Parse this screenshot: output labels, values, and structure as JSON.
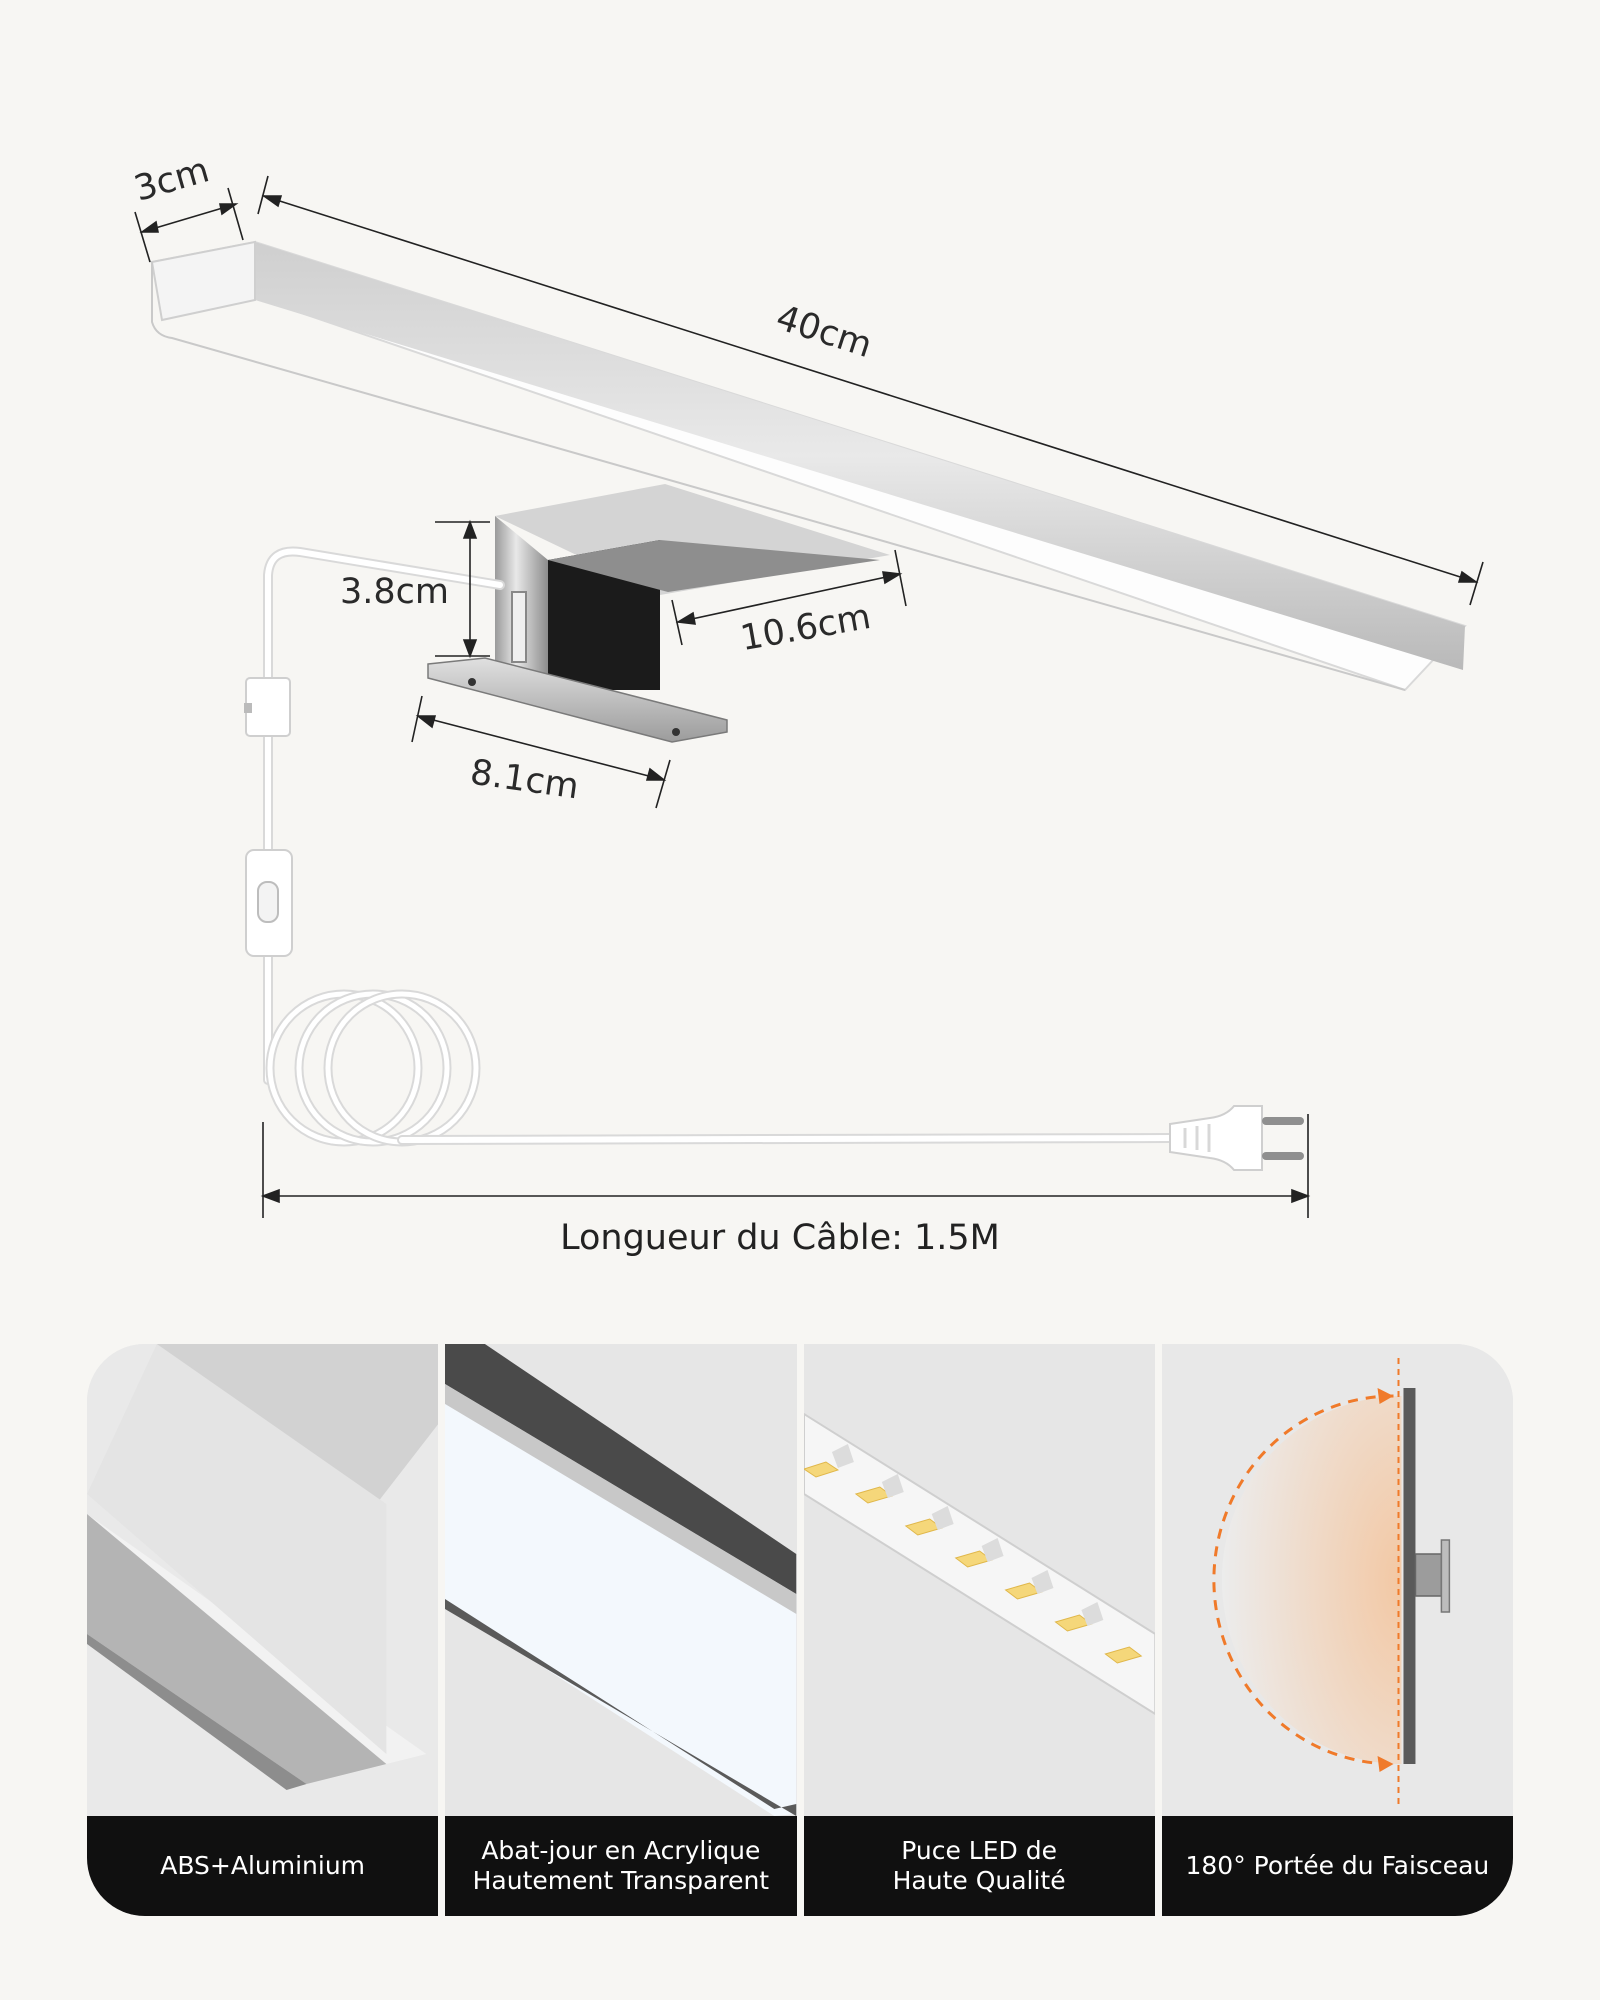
{
  "dimensions": {
    "depth": "3cm",
    "length": "40cm",
    "bracket_height": "3.8cm",
    "bracket_reach": "10.6cm",
    "base_width": "8.1cm"
  },
  "cable": {
    "label": "Longueur du Câble: 1.5M"
  },
  "features": [
    {
      "label": "ABS+Aluminium"
    },
    {
      "label": "Abat-jour en Acrylique\nHautement Transparent"
    },
    {
      "label": "Puce LED de\nHaute Qualité"
    },
    {
      "label": "180° Portée du Faisceau"
    }
  ],
  "colors": {
    "background": "#f7f6f3",
    "caption_bg": "#101010",
    "beam_arrow": "#f07a2a",
    "led_chip": "#f5d77a"
  }
}
